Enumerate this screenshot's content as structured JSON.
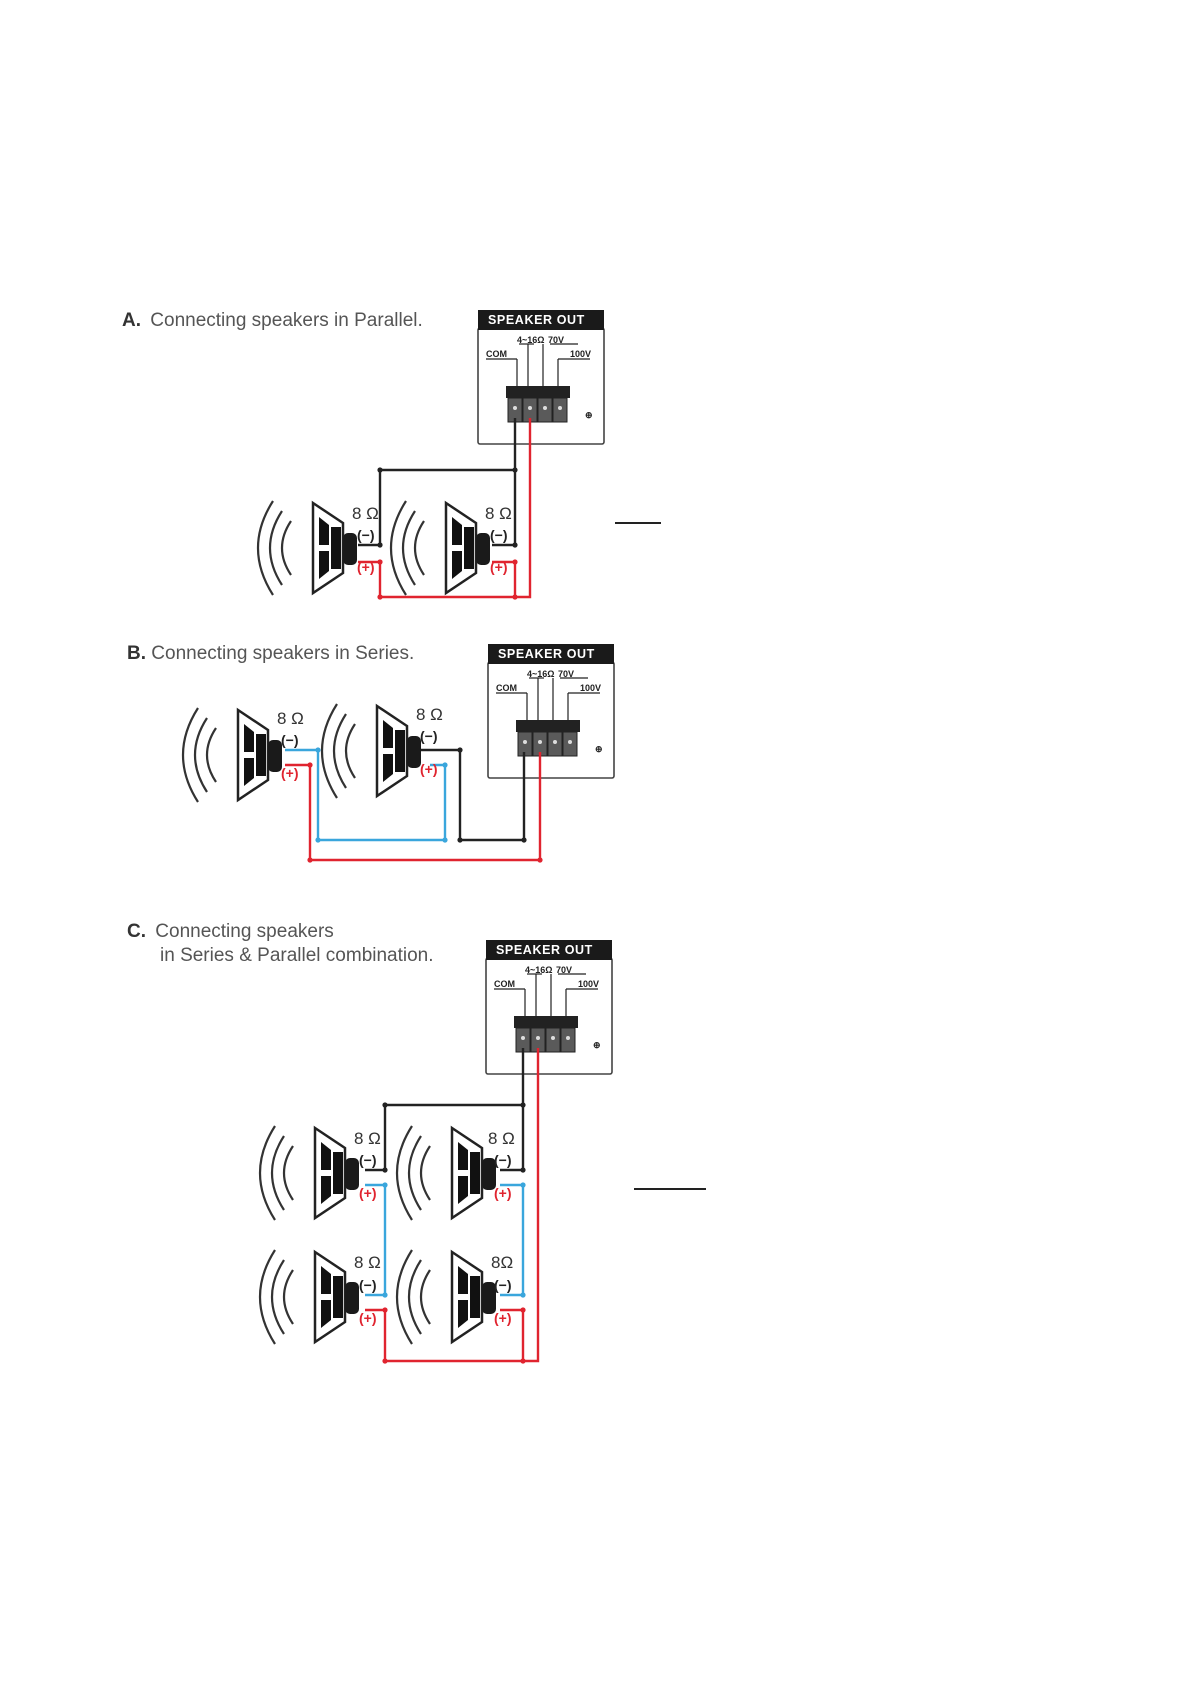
{
  "sections": [
    {
      "letter": "A.",
      "title": "Connecting  speakers in Parallel.",
      "title2": ""
    },
    {
      "letter": "B.",
      "title": "Connecting  speakers in Series.",
      "title2": ""
    },
    {
      "letter": "C.",
      "title": "Connecting speakers",
      "title2": "in Series & Parallel combination."
    }
  ],
  "panel": {
    "title": "SPEAKER  OUT",
    "impedance": "4~16Ω",
    "com": "COM",
    "v70": "70V",
    "v100": "100V",
    "ground_symbol": "⊕"
  },
  "speaker": {
    "impedance": "8 Ω",
    "impedance_alt": "8Ω",
    "negative": "(−)",
    "positive": "(+)"
  },
  "colors": {
    "black_wire": "#222222",
    "red_wire": "#e0242f",
    "blue_wire": "#3aa6dc",
    "panel_header": "#1a1a1a",
    "terminal": "#555555"
  },
  "icons": [
    "speaker-icon",
    "sound-wave-icon",
    "ground-icon"
  ]
}
